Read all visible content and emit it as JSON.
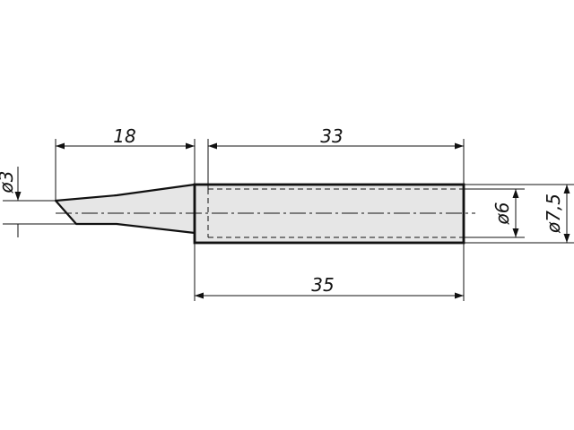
{
  "dimensions": {
    "tip_length": "18",
    "sleeve_length": "33",
    "total_length": "35",
    "tip_diameter": "ø3",
    "inner_diameter": "ø6",
    "outer_diameter": "ø7,5"
  },
  "colors": {
    "line": "#111111",
    "part_fill": "#e6e6e6",
    "background": "#ffffff"
  }
}
